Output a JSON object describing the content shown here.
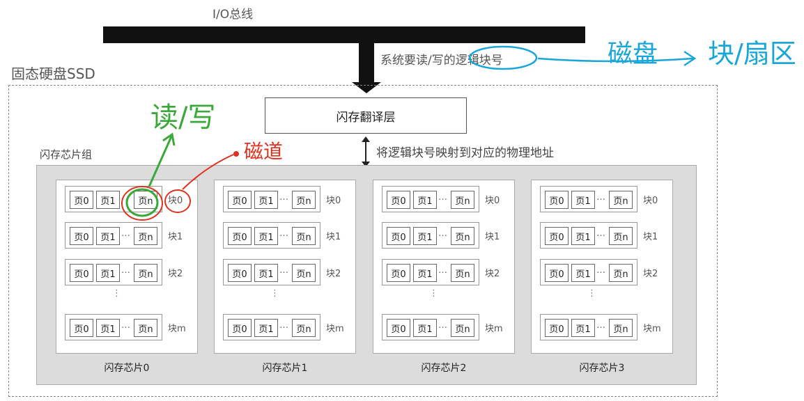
{
  "bus": {
    "label": "I/O总线"
  },
  "request_label": "系统要读/写的逻辑块号",
  "ssd_title": "固态硬盘SSD",
  "ftl": {
    "label": "闪存翻译层",
    "note": "将逻辑块号映射到对应的物理地址"
  },
  "group_label": "闪存芯片组",
  "chips": [
    {
      "label": "闪存芯片0"
    },
    {
      "label": "闪存芯片1"
    },
    {
      "label": "闪存芯片2"
    },
    {
      "label": "闪存芯片3"
    }
  ],
  "blocks": [
    {
      "label": "块0",
      "pages": [
        "页0",
        "页1",
        "页n"
      ],
      "dots": ""
    },
    {
      "label": "块1",
      "pages": [
        "页0",
        "页1",
        "页n"
      ],
      "dots": "…"
    },
    {
      "label": "块2",
      "pages": [
        "页0",
        "页1",
        "页n"
      ],
      "dots": "…"
    },
    {
      "label": "块m",
      "pages": [
        "页0",
        "页1",
        "页n"
      ],
      "dots": "…"
    }
  ],
  "chip_block_dots": {
    "block0": "…"
  },
  "vertical_ellipsis": "⋮",
  "annotations": {
    "disk": "磁盘",
    "block_sector": "块/扇区",
    "read_write": "读/写",
    "track": "磁道",
    "color_blue": "#1aa6d8",
    "color_green": "#3aa93a",
    "color_red": "#e0301e"
  }
}
